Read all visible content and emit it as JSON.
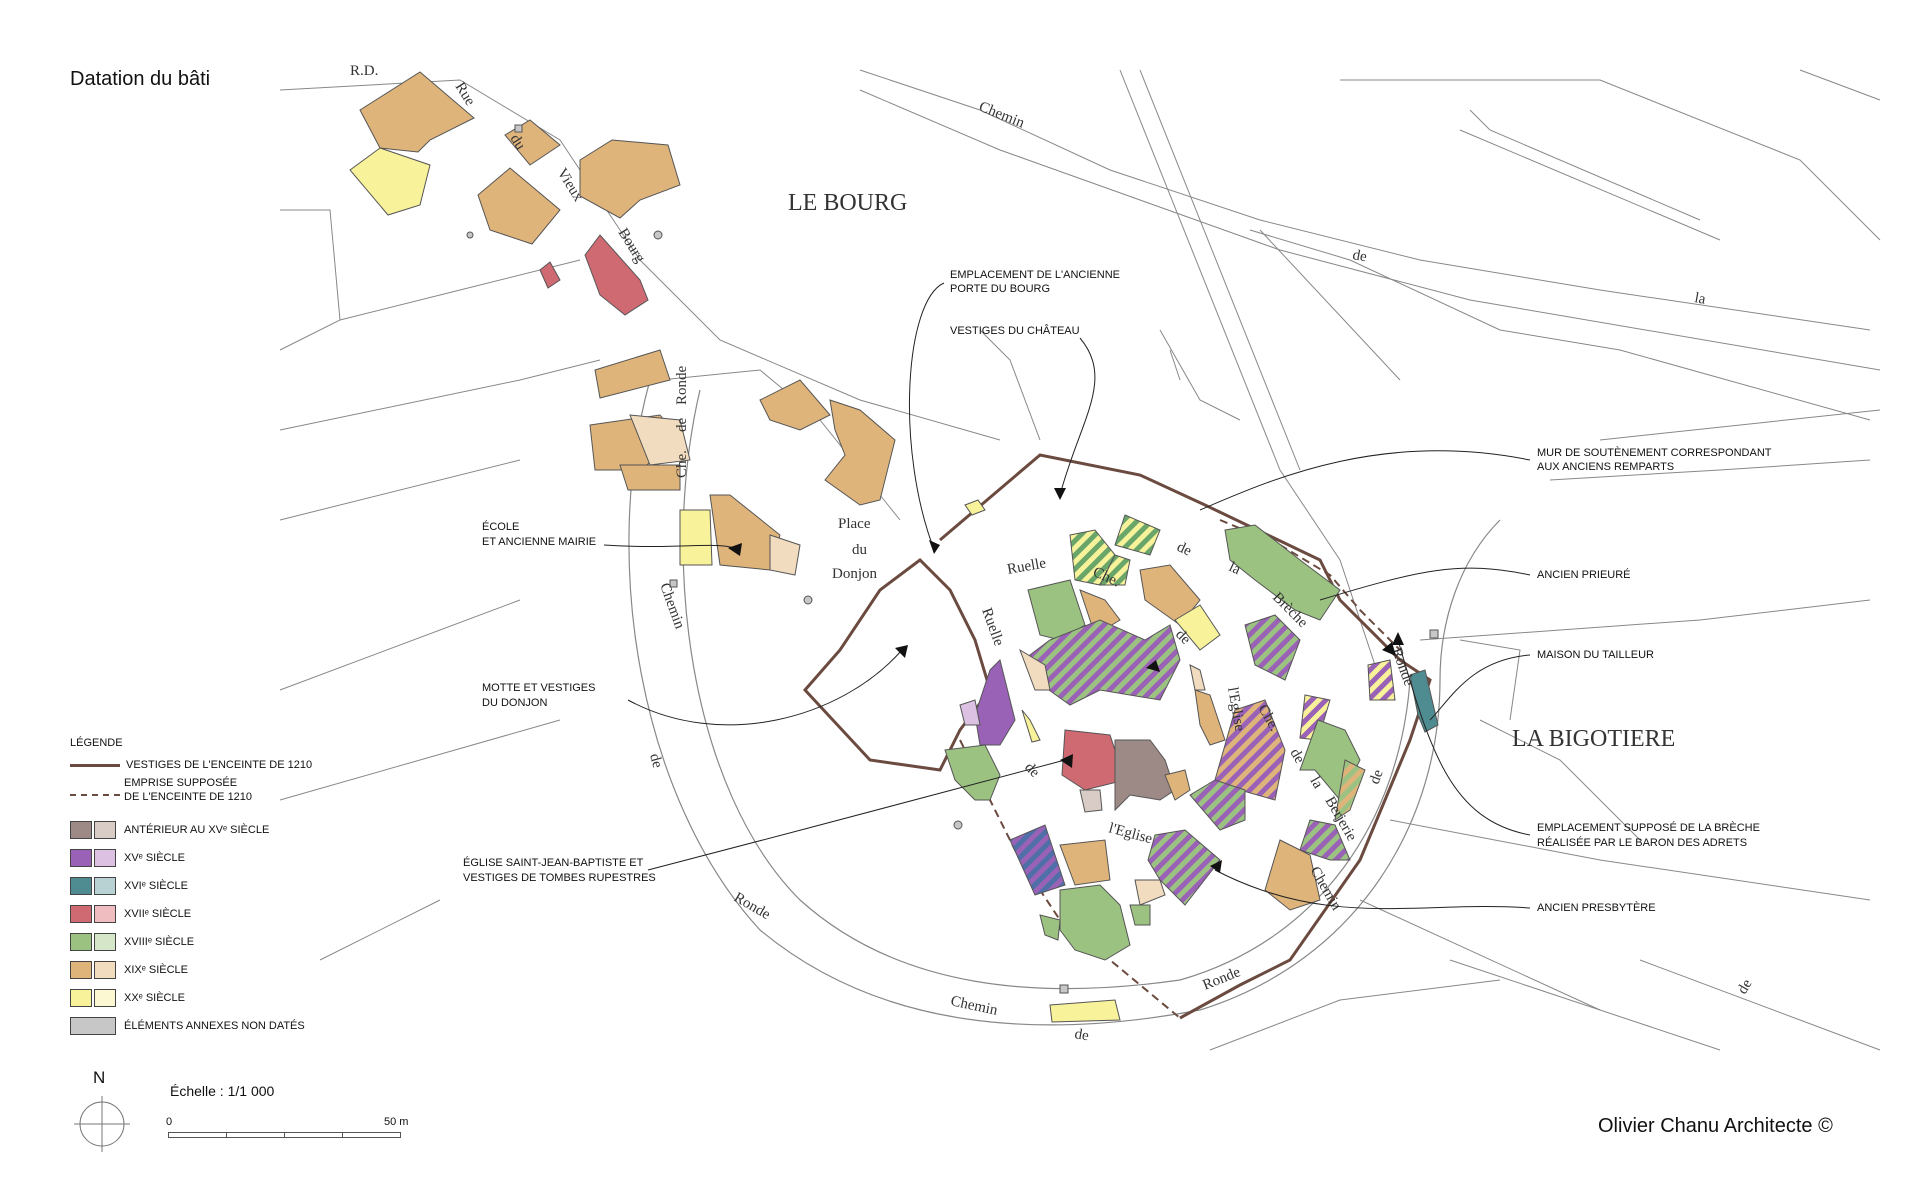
{
  "title": "Datation du bâti",
  "credit": "Olivier Chanu Architecte ©",
  "places": {
    "le_bourg": "LE BOURG",
    "la_bigotiere": "LA BIGOTIERE"
  },
  "streets": {
    "rd": "R.D.",
    "rue": "Rue",
    "du": "du",
    "vieux": "Vieux",
    "bourg": "Bourg",
    "che_vert": "Che.",
    "de_vert": "de",
    "ronde_vert": "Ronde",
    "place": "Place",
    "du_place": "du",
    "donjon": "Donjon",
    "chemin_top": "Chemin",
    "de_top": "de",
    "la_top": "la",
    "ruelle1": "Ruelle",
    "che_mid": "Che.",
    "de_mid": "de",
    "la_mid": "la",
    "breche": "Brèche",
    "ruelle2": "Ruelle",
    "de_ruelle": "de",
    "leglise": "l'Eglise",
    "de2": "de",
    "leglise2": "l'Eglise",
    "che2": "Che.",
    "de3": "de",
    "la2": "la",
    "berjerie": "Berjerie",
    "ronde_right": "Ronde",
    "de_right": "de",
    "chemin_left": "Chemin",
    "de_left": "de",
    "ronde_left": "Ronde",
    "chemin_bottom": "Chemin",
    "de_bottom": "de",
    "ronde_bottom": "Ronde",
    "chemin_br": "Chemin",
    "de_br": "de",
    "de_farright": "de"
  },
  "annotations": {
    "porte_1": "EMPLACEMENT DE L'ANCIENNE",
    "porte_2": "PORTE DU BOURG",
    "chateau": "VESTIGES DU CHÂTEAU",
    "mur_1": "MUR DE SOUTÈNEMENT CORRESPONDANT",
    "mur_2": "AUX ANCIENS REMPARTS",
    "prieure": "ANCIEN PRIEURÉ",
    "tailleur": "MAISON DU TAILLEUR",
    "ecole_1": "ÉCOLE",
    "ecole_2": "ET ANCIENNE MAIRIE",
    "motte_1": "MOTTE ET VESTIGES",
    "motte_2": "DU DONJON",
    "breche_1": "EMPLACEMENT SUPPOSÉ DE LA BRÈCHE",
    "breche_2": "RÉALISÉE PAR LE BARON DES ADRETS",
    "presbytere": "ANCIEN PRESBYTÈRE",
    "eglise_1": "ÉGLISE SAINT-JEAN-BAPTISTE ET",
    "eglise_2": "VESTIGES DE TOMBES RUPESTRES"
  },
  "legend": {
    "title": "LÉGENDE",
    "enceinte": "VESTIGES DE L'ENCEINTE DE 1210",
    "emprise_1": "EMPRISE SUPPOSÉE",
    "emprise_2": "DE L'ENCEINTE DE 1210",
    "items": [
      {
        "label": "ANTÉRIEUR AU XVᵉ SIÈCLE",
        "dark": "#9d8985",
        "light": "#d9ccc7"
      },
      {
        "label": "XVᵉ SIÈCLE",
        "dark": "#9a62b6",
        "light": "#dcc1e2"
      },
      {
        "label": "XVIᵉ SIÈCLE",
        "dark": "#4f8c92",
        "light": "#b8d1d2"
      },
      {
        "label": "XVIIᵉ SIÈCLE",
        "dark": "#cf6a73",
        "light": "#efbcbf"
      },
      {
        "label": "XVIIIᵉ SIÈCLE",
        "dark": "#9cc282",
        "light": "#d6e7c9"
      },
      {
        "label": "XIXᵉ SIÈCLE",
        "dark": "#deb47b",
        "light": "#f2dcc0"
      },
      {
        "label": "XXᵉ SIÈCLE",
        "dark": "#f8f29a",
        "light": "#fcf9d2"
      }
    ],
    "non_dates": {
      "label": "ÉLÉMENTS ANNEXES NON DATÉS",
      "color": "#c7c7c7"
    }
  },
  "colors": {
    "enceinte": "#6b4a3f",
    "parcel_line": "#777777"
  },
  "north": "N",
  "scale": {
    "label": "Échelle : 1/1 000",
    "start": "0",
    "end": "50 m"
  }
}
